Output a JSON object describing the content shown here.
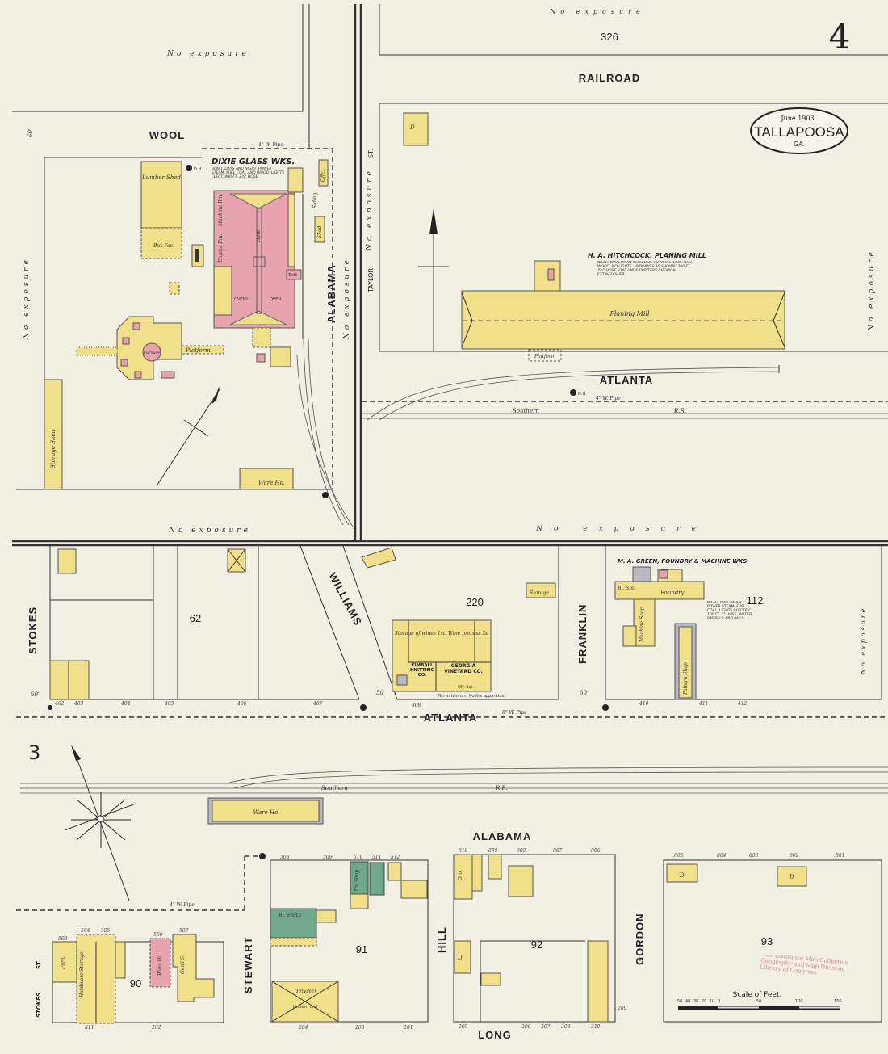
{
  "sheet": {
    "number": "4",
    "inset_number": "3",
    "title_box": {
      "date": "June 1903",
      "town": "TALLAPOOSA",
      "state": "GA."
    },
    "stamp": "Fire Insurance Map Collection Geography and Map Division Library of Congress",
    "colors": {
      "paper": "#f2efe3",
      "frame": "#f1e08a",
      "brick": "#e8a4ae",
      "stone": "#6fa88a",
      "iron_clad": "#b9b9c4"
    }
  },
  "streets": {
    "wool": "WOOL",
    "alabama_n": "ALABAMA",
    "taylor": "TAYLOR",
    "taylor_st": "ST.",
    "railroad": "RAILROAD",
    "atlanta_n": "ATLANTA",
    "atlanta_s": "ATLANTA",
    "williams": "WILLIAMS",
    "stokes": "STOKES",
    "stokes_st": "ST.",
    "stokes_lower": "STOKES",
    "franklin": "FRANKLIN",
    "alabama_s": "ALABAMA",
    "stewart": "STEWART",
    "hill": "HILL",
    "gordon": "GORDON",
    "long": "LONG"
  },
  "annotations": {
    "no_exposure": "No exposure",
    "southern_rr": "Southern",
    "rr": "R.R.",
    "water_pipe_4": "4\" W. Pipe",
    "water_pipe_8": "8\" W. Pipe",
    "dh": "D.H.",
    "siding": "Siding",
    "width_60": "60'",
    "width_50": "50'"
  },
  "blocks": {
    "b326": "326",
    "b220": "220",
    "b112": "112",
    "b62": "62",
    "b90": "90",
    "b91": "91",
    "b92": "92",
    "b93": "93"
  },
  "buildings": {
    "dixie_title": "DIXIE GLASS WKS.",
    "dixie_notes": "Bond. Days and night. Power steam. Fuel coal and wood. Lights elect. 400 ft. 2½\" hose.",
    "lumber_shed": "Lumber Shed",
    "box_fac": "Box Fac.",
    "engine_rm": "Engine Rm.",
    "machine_rm": "Machine Rm.",
    "lehr": "LEHR",
    "ovens": "OVENS",
    "oven": "OVEN",
    "tank": "Tank",
    "furnace": "Furnace",
    "platform": "Platform",
    "storage_shed": "Storage Shed",
    "ware_ho": "Ware Ho.",
    "shed": "Shed",
    "office": "Offc.",
    "hitchcock_title": "H. A. HITCHCOCK, PLANING MILL",
    "hitchcock_notes": "Night watchman no clock. Power steam. Fuel wood. No lights. Hydrants as shown. 300 ft. 2½\" hose. One underwriters chemical extinguisher.",
    "planing_mill": "Planing Mill",
    "mill_platform": "Platform",
    "green_title": "M. A. GREEN, FOUNDRY & MACHINE WKS",
    "green_notes": "Night watchman. Power steam. Fuel coal. Lights electric. 100 ft. 1\" hose. Water barrels and pails.",
    "bl_sm": "Bl. Sm.",
    "foundry": "Foundry",
    "machine_shop": "Machine Shop",
    "pattern_shop": "Pattern Shop",
    "storage": "Storage",
    "storage_wines": "Storage of wines 1st. Wine process 2d",
    "kimball": "KIMBALL KNITTING CO.",
    "georgia_vineyard": "GEORGIA VINEYARD CO.",
    "georgia_vineyard_off": "Off. 1st",
    "no_watchman": "No watchman. No fire apparatus.",
    "ware_ho_s": "Ware Ho.",
    "furniture": "Furn.",
    "hardware": "Hardware Storage",
    "ware_ho_90": "Ware Ho.",
    "gents": "Gen'l S.",
    "bl_smith": "Bl. Smith",
    "tin_shop": "Tin Shop",
    "private": "(Private)",
    "lantern_roof": "Lantern roof",
    "gro": "Gro.",
    "dwelling": "D"
  },
  "addresses": [
    "402",
    "403",
    "404",
    "405",
    "406",
    "407",
    "408",
    "410",
    "411",
    "412",
    "503",
    "504",
    "505",
    "506",
    "507",
    "508",
    "509",
    "510",
    "511",
    "512",
    "801",
    "802",
    "803",
    "804",
    "805",
    "806",
    "807",
    "808",
    "809",
    "810",
    "811",
    "201",
    "202",
    "203",
    "204",
    "205",
    "206",
    "207",
    "208",
    "209",
    "210"
  ],
  "scale": {
    "title": "Scale of Feet.",
    "ticks": [
      "50",
      "40",
      "30",
      "20",
      "10",
      "0",
      "50",
      "100",
      "150"
    ]
  }
}
